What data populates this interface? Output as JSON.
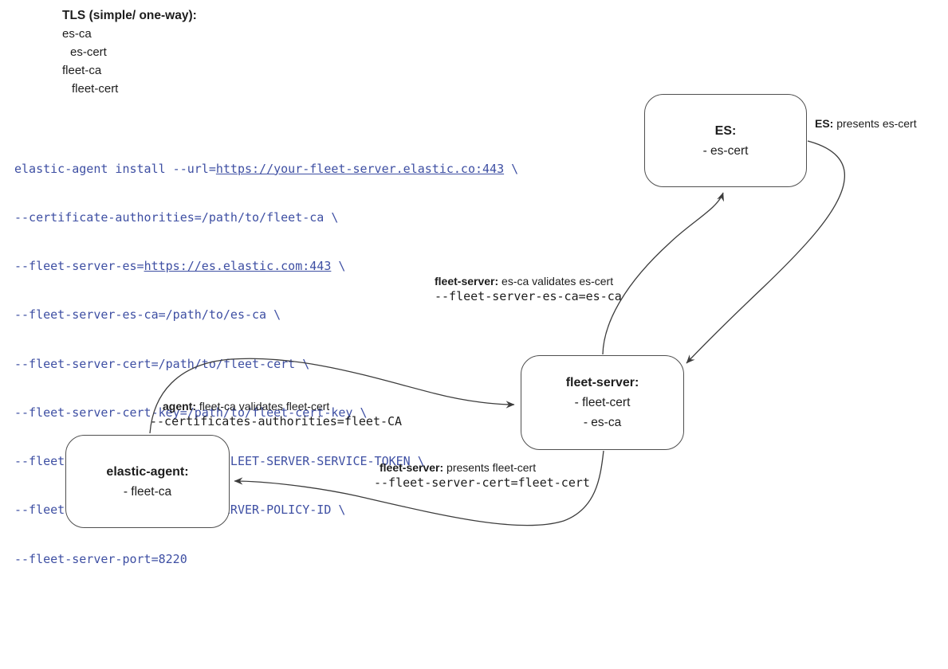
{
  "colors": {
    "code_text": "#3e4fa3",
    "edge_stroke": "#3c3c3c",
    "node_border": "#4f4f4f",
    "background": "#ffffff"
  },
  "legend": {
    "title": "TLS (simple/ one-way):",
    "items": [
      "es-ca",
      "es-cert",
      "fleet-ca",
      "fleet-cert"
    ]
  },
  "code": {
    "lines": [
      {
        "pre": "elastic-agent install --url=",
        "link": "https://your-fleet-server.elastic.co:443",
        "post": " \\"
      },
      {
        "pre": "--certificate-authorities=/path/to/fleet-ca \\",
        "link": "",
        "post": ""
      },
      {
        "pre": "--fleet-server-es=",
        "link": "https://es.elastic.com:443",
        "post": " \\"
      },
      {
        "pre": "--fleet-server-es-ca=/path/to/es-ca \\",
        "link": "",
        "post": ""
      },
      {
        "pre": "--fleet-server-cert=/path/to/fleet-cert \\",
        "link": "",
        "post": ""
      },
      {
        "pre": "--fleet-server-cert-key=/path/to/fleet-cert-key \\",
        "link": "",
        "post": ""
      },
      {
        "pre": "--fleet-server-service-token=FLEET-SERVER-SERVICE-TOKEN \\",
        "link": "",
        "post": ""
      },
      {
        "pre": "--fleet-server-policy=FLEET-SERVER-POLICY-ID \\",
        "link": "",
        "post": ""
      },
      {
        "pre": "--fleet-server-port=8220",
        "link": "",
        "post": ""
      }
    ]
  },
  "nodes": {
    "es": {
      "title": "ES:",
      "line1": "- es-cert"
    },
    "fleet_server": {
      "title": "fleet-server:",
      "line1": "- fleet-cert",
      "line2": "- es-ca"
    },
    "elastic_agent": {
      "title": "elastic-agent:",
      "line1": "- fleet-ca"
    }
  },
  "annotations": {
    "es_presents": {
      "bold": "ES:",
      "rest": " presents es-cert"
    },
    "fs_validates": {
      "bold": "fleet-server:",
      "rest": " es-ca validates es-cert",
      "code": "--fleet-server-es-ca=es-ca"
    },
    "agent_validates": {
      "bold": "agent:",
      "rest": " fleet-ca validates fleet-cert",
      "code": "--certificates-authorities=fleet-CA"
    },
    "fs_presents": {
      "bold": "fleet-server:",
      "rest": " presents fleet-cert",
      "code": "--fleet-server-cert=fleet-cert"
    }
  }
}
